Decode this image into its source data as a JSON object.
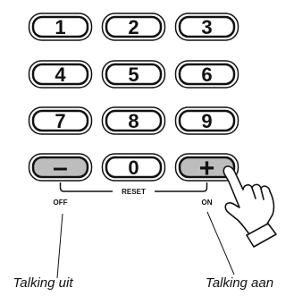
{
  "keypad": {
    "rows": [
      [
        {
          "id": "key-1",
          "label": "1",
          "style": "white"
        },
        {
          "id": "key-2",
          "label": "2",
          "style": "white"
        },
        {
          "id": "key-3",
          "label": "3",
          "style": "white"
        }
      ],
      [
        {
          "id": "key-4",
          "label": "4",
          "style": "white"
        },
        {
          "id": "key-5",
          "label": "5",
          "style": "white"
        },
        {
          "id": "key-6",
          "label": "6",
          "style": "white"
        }
      ],
      [
        {
          "id": "key-7",
          "label": "7",
          "style": "white"
        },
        {
          "id": "key-8",
          "label": "8",
          "style": "white"
        },
        {
          "id": "key-9",
          "label": "9",
          "style": "white"
        }
      ],
      [
        {
          "id": "key-minus",
          "label": "–",
          "style": "gray"
        },
        {
          "id": "key-0",
          "label": "0",
          "style": "white"
        },
        {
          "id": "key-plus",
          "label": "+",
          "style": "gray"
        }
      ]
    ]
  },
  "labels": {
    "off": "OFF",
    "reset": "RESET",
    "on": "ON"
  },
  "callouts": {
    "left": "Talking uit",
    "right": "Talking aan"
  },
  "colors": {
    "key_white": "#ffffff",
    "key_gray": "#bdbdbd",
    "outline": "#111111"
  }
}
